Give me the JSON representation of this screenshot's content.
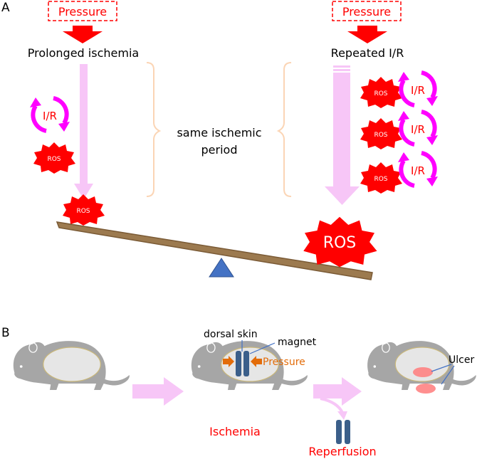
{
  "panel_a": {
    "letter": "A",
    "pressure_left": "Pressure",
    "pressure_right": "Pressure",
    "title_left": "Prolonged ischemia",
    "title_right": "Repeated I/R",
    "ir_label": "I/R",
    "ros_label": "ROS",
    "middle_line1": "same ischemic",
    "middle_line2": "period"
  },
  "panel_b": {
    "letter": "B",
    "dorsal_skin": "dorsal skin",
    "magnet": "magnet",
    "pressure": "Pressure",
    "ulcer": "Ulcer",
    "ischemia": "Ischemia",
    "reperfusion": "Reperfusion"
  },
  "colors": {
    "red": "#ff0000",
    "magenta": "#ff00ff",
    "pink_arrow": "#f7c6f7",
    "orange": "#e36c09",
    "mouse_gray": "#a6a6a6",
    "beam": "#9c7a4f",
    "triangle": "#4472c4",
    "magnet_blue": "#3b5f8a",
    "bracket": "#fbd5b5"
  }
}
